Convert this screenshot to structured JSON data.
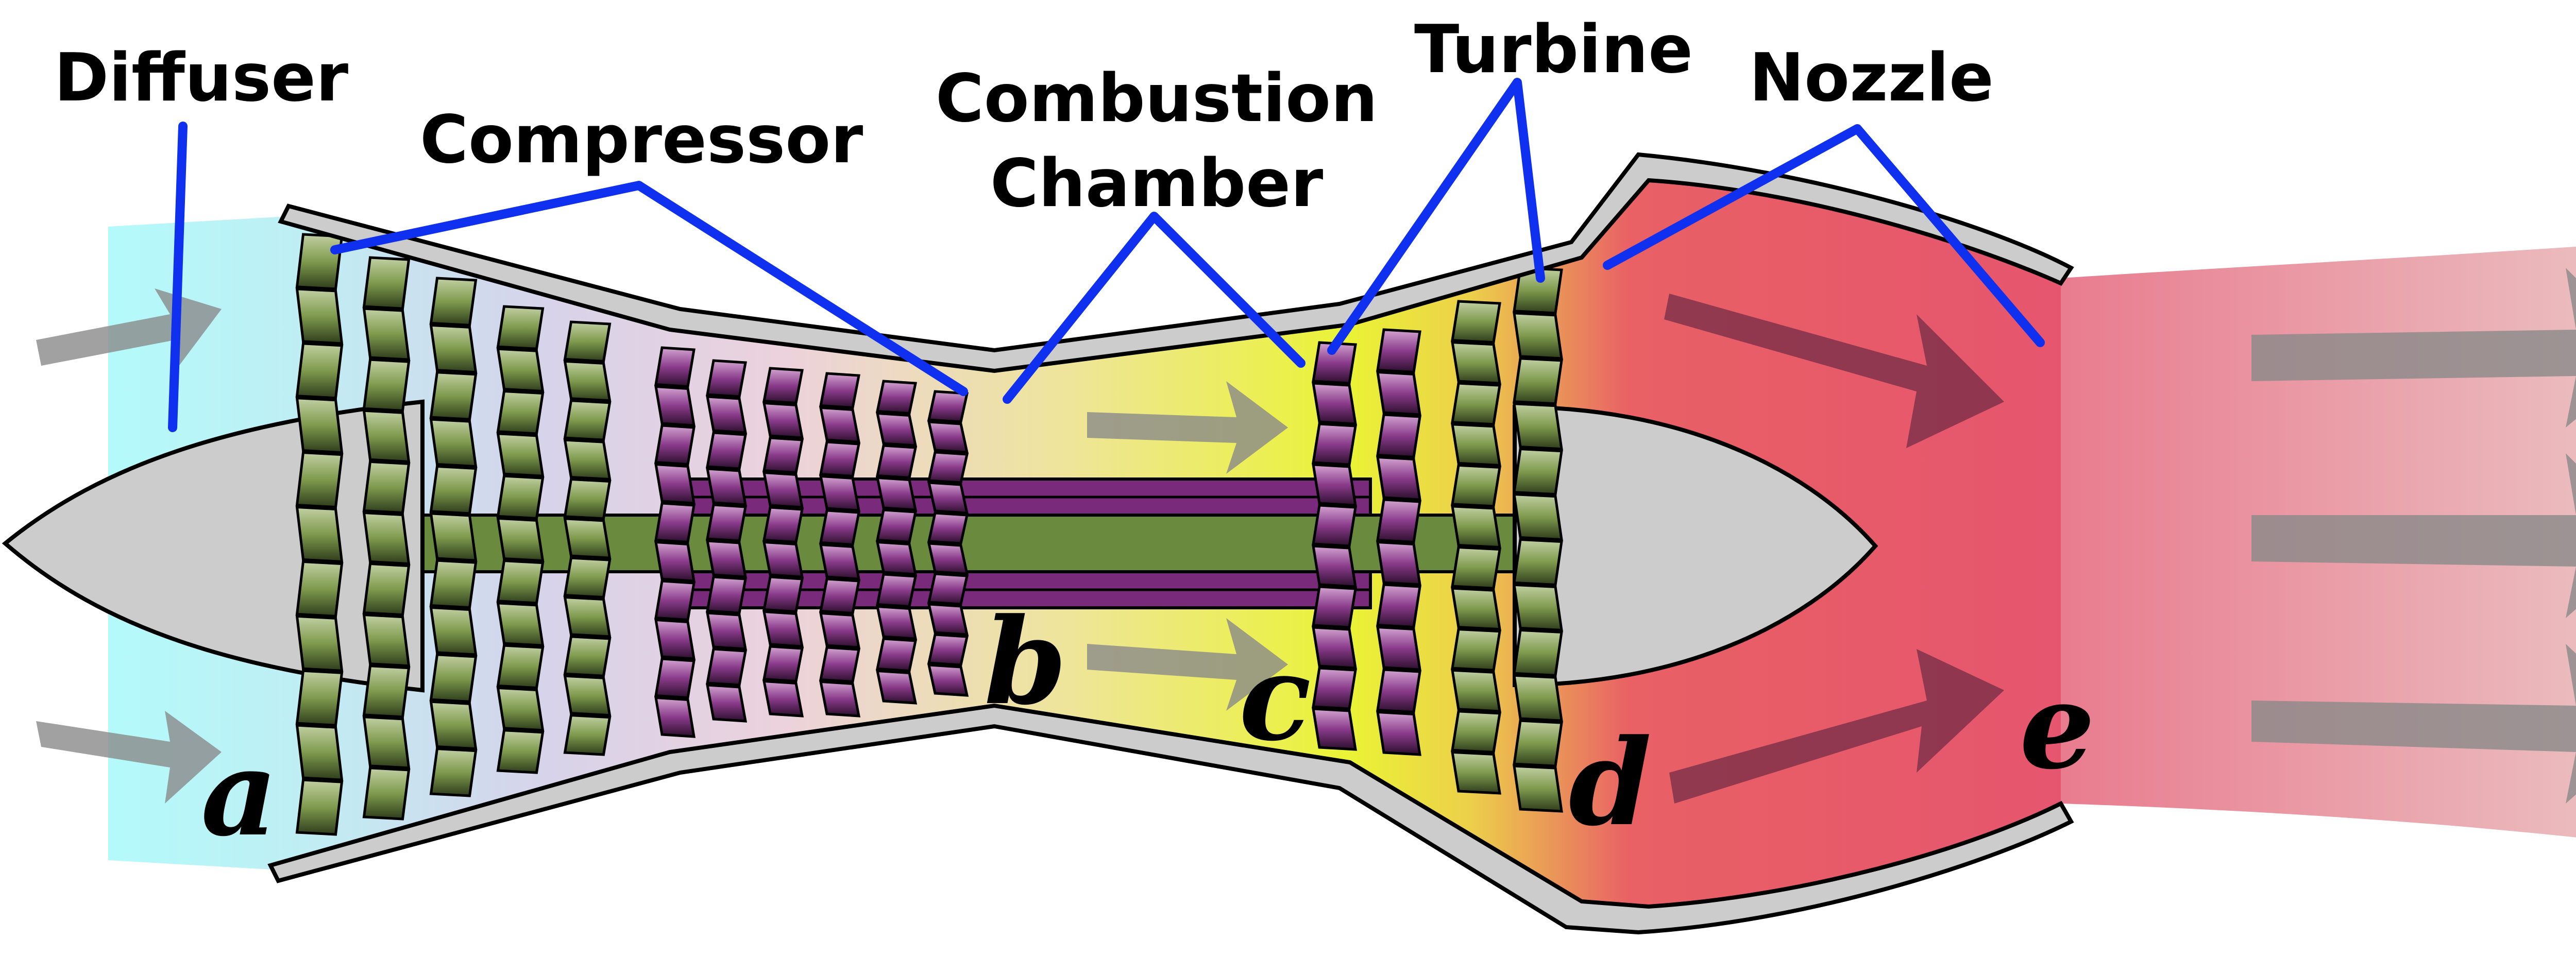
{
  "labels": {
    "diffuser": "Diffuser",
    "compressor": "Compressor",
    "combustion_line1": "Combustion",
    "combustion_line2": "Chamber",
    "turbine": "Turbine",
    "nozzle": "Nozzle"
  },
  "stations": {
    "a": "a",
    "b": "b",
    "c": "c",
    "d": "d",
    "e": "e"
  },
  "colors": {
    "leader_line": "#1030f0",
    "diffuser_zone": "#b3fbfb",
    "combustion_hot": "#eaf335",
    "exhaust": "#e74d73",
    "shaft": "#6a8a3e",
    "inner_shaft": "#7a2a7a",
    "casing": "#cccccc",
    "flow_arrow": "#8a8a8a"
  }
}
